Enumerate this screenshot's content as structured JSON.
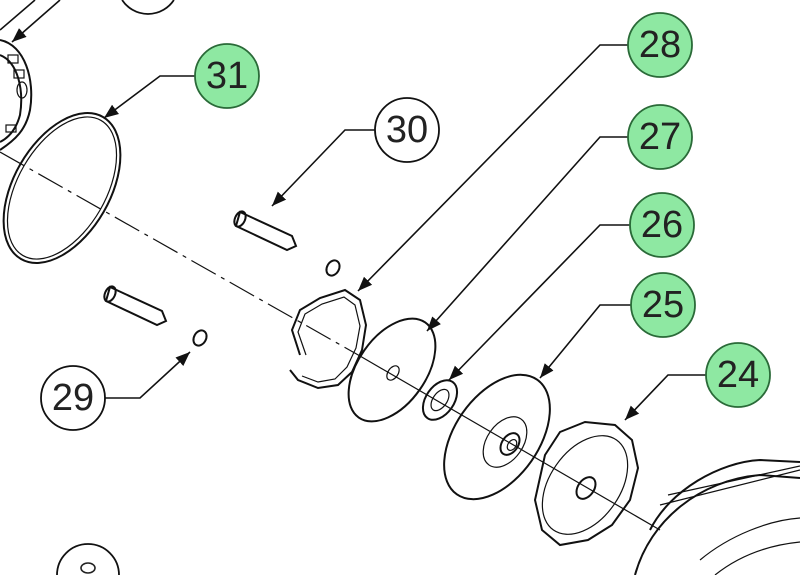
{
  "diagram": {
    "callouts": [
      {
        "id": "31",
        "label": "31",
        "highlighted": true
      },
      {
        "id": "30",
        "label": "30",
        "highlighted": false
      },
      {
        "id": "28",
        "label": "28",
        "highlighted": true
      },
      {
        "id": "27",
        "label": "27",
        "highlighted": true
      },
      {
        "id": "26",
        "label": "26",
        "highlighted": true
      },
      {
        "id": "25",
        "label": "25",
        "highlighted": true
      },
      {
        "id": "24",
        "label": "24",
        "highlighted": true
      },
      {
        "id": "29",
        "label": "29",
        "highlighted": false
      }
    ],
    "colors": {
      "highlight_fill": "#8ee8a2",
      "highlight_stroke": "#2a6a38",
      "plain_fill": "#ffffff",
      "line": "#111111"
    }
  }
}
